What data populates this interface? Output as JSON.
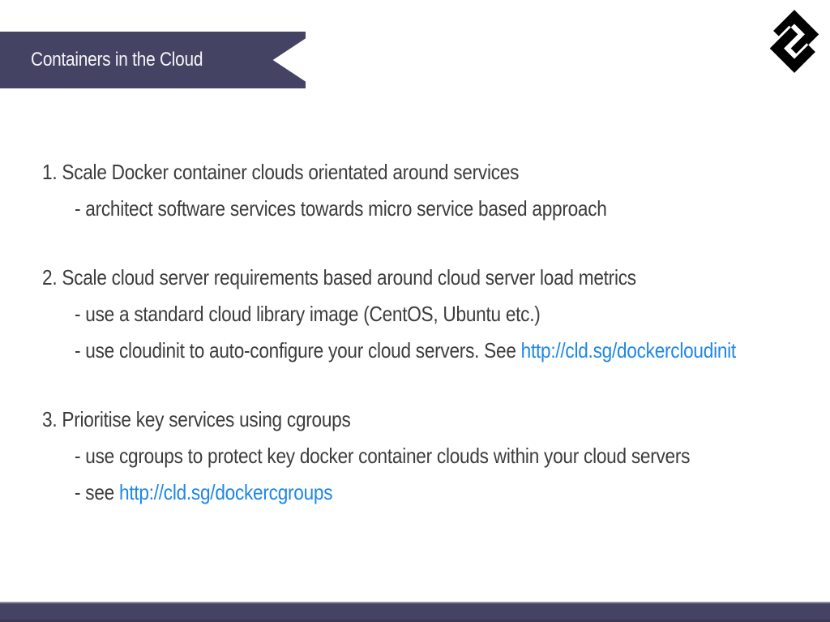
{
  "slide": {
    "title": "Containers in the Cloud",
    "logo": "interlocked-diamond-s-logo"
  },
  "colors": {
    "ribbon": "#454363",
    "footer": "#454363",
    "body_text": "#3d3d3d",
    "link": "#1e87e5",
    "title_text": "#f4f4f6",
    "logo": "#000000"
  },
  "content": {
    "sections": [
      {
        "heading": "1. Scale Docker container clouds orientated around services",
        "subitems": [
          {
            "text": "- architect software services towards micro service based approach"
          }
        ]
      },
      {
        "heading": "2. Scale cloud server requirements based around cloud server load metrics",
        "subitems": [
          {
            "text": "- use a standard cloud library image (CentOS, Ubuntu etc.)"
          },
          {
            "text_before": "- use cloudinit to auto-configure your cloud servers. See ",
            "link": "http://cld.sg/dockercloudinit"
          }
        ]
      },
      {
        "heading": "3. Prioritise key services using cgroups",
        "subitems": [
          {
            "text": "- use cgroups to protect key docker container clouds within your cloud servers"
          },
          {
            "text_before": "- see ",
            "link": "http://cld.sg/dockercgroups"
          }
        ]
      }
    ]
  }
}
